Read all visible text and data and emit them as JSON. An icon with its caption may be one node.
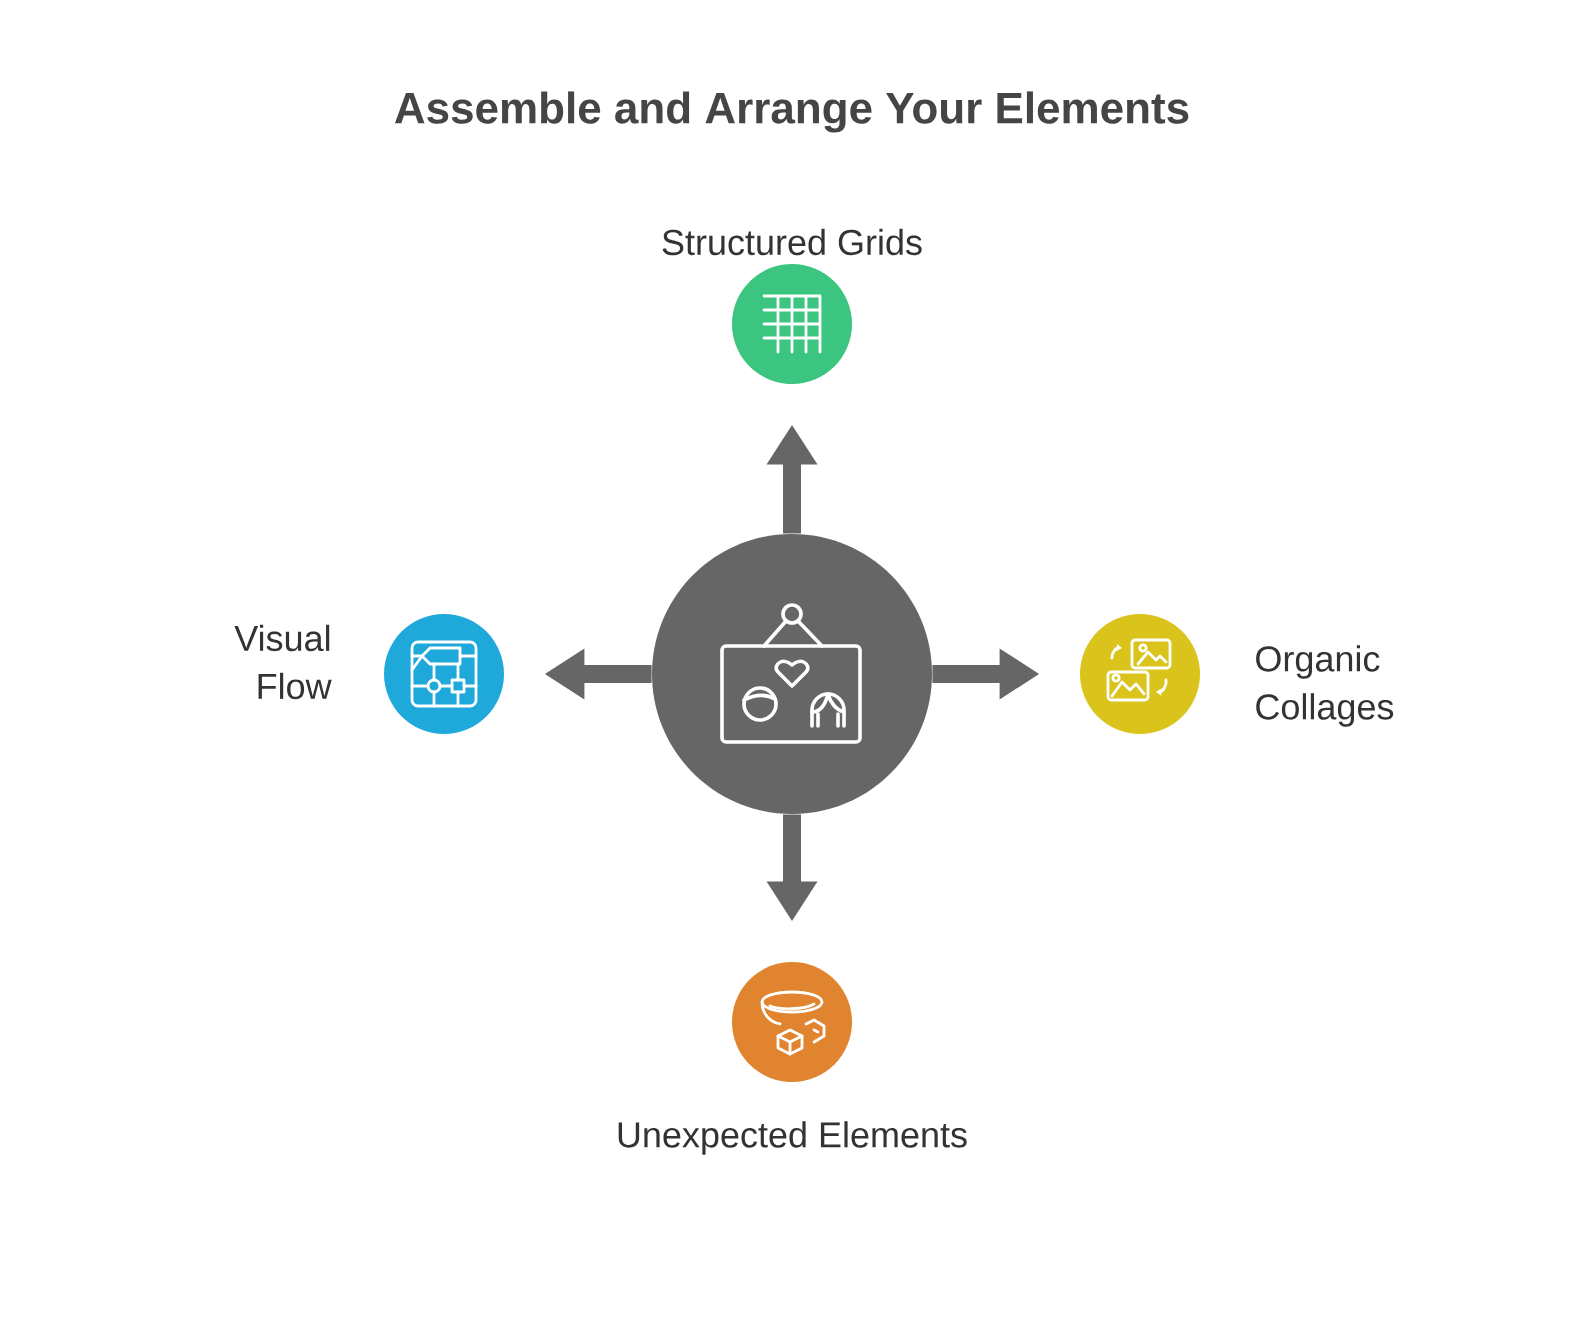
{
  "diagram": {
    "title": "Assemble and Arrange Your Elements",
    "nodes": [
      {
        "text": [],
        "shape": "circle",
        "beside": [
          "Structured Grids"
        ]
      },
      {
        "text": [],
        "shape": "circle",
        "beside": [
          "Visual Flow"
        ]
      },
      {
        "text": [],
        "shape": "circle"
      },
      {
        "text": [],
        "shape": "circle",
        "beside": [
          "Organic Collages"
        ]
      },
      {
        "text": [],
        "shape": "circle",
        "beside": [
          "Unexpected Elements"
        ]
      }
    ],
    "edges": [
      {
        "from": 2,
        "to": 0,
        "arrow": "to"
      },
      {
        "from": 2,
        "to": 1,
        "arrow": "to"
      },
      {
        "from": 2,
        "to": 3,
        "arrow": "to"
      },
      {
        "from": 2,
        "to": 4,
        "arrow": "to"
      }
    ]
  }
}
